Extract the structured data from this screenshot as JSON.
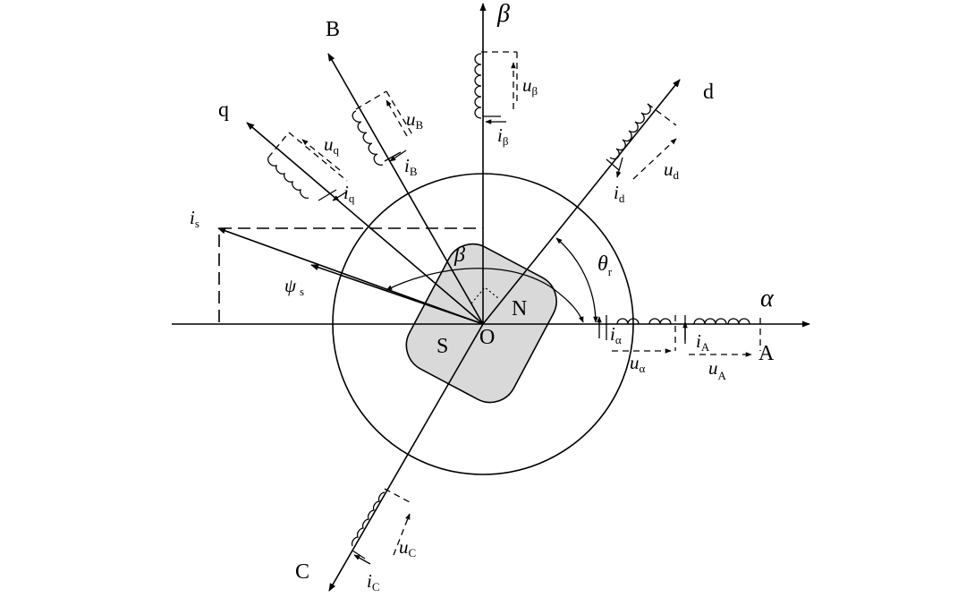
{
  "axes": {
    "alpha": "α",
    "beta": "β",
    "A": "A",
    "B": "B",
    "C": "C",
    "d": "d",
    "q": "q"
  },
  "rotor": {
    "north": "N",
    "south": "S",
    "origin": "O"
  },
  "angles": {
    "theta_main": "θ",
    "theta_sub": "r",
    "beta_angle": "β"
  },
  "vectors": {
    "is_main": "i",
    "is_sub": "s",
    "psi_main": "ψ",
    "psi_sub": "s"
  },
  "windings": {
    "alpha": {
      "u": "u",
      "u_sub": "α",
      "i": "i",
      "i_sub": "α"
    },
    "A": {
      "u": "u",
      "u_sub": "A",
      "i": "i",
      "i_sub": "A"
    },
    "beta": {
      "u": "u",
      "u_sub": "β",
      "i": "i",
      "i_sub": "β"
    },
    "B": {
      "u": "u",
      "u_sub": "B",
      "i": "i",
      "i_sub": "B"
    },
    "q": {
      "u": "u",
      "u_sub": "q",
      "i": "i",
      "i_sub": "q"
    },
    "d": {
      "u": "u",
      "u_sub": "d",
      "i": "i",
      "i_sub": "d"
    },
    "C": {
      "u": "u",
      "u_sub": "C",
      "i": "i",
      "i_sub": "C"
    }
  }
}
